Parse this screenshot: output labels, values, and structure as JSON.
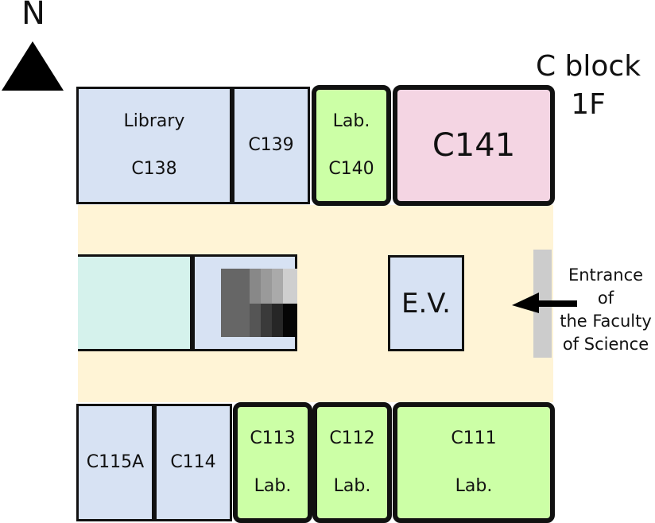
{
  "map": {
    "north_label": "N",
    "block_title_line1": "C block",
    "block_title_line2": "1F",
    "colors": {
      "corridor": "#fff4d6",
      "room_default": "#d7e2f3",
      "room_lab": "#ccffa6",
      "room_c141": "#f4d5e3",
      "teal_area": "#d5f2ec",
      "entrance_bar": "#cccccc"
    },
    "rooms_north": {
      "library": {
        "name": "Library",
        "number": "C138"
      },
      "c139": {
        "number": "C139"
      },
      "c140": {
        "name": "Lab.",
        "number": "C140"
      },
      "c141": {
        "number": "C141"
      }
    },
    "rooms_south": {
      "c115a": {
        "number": "C115A"
      },
      "c114": {
        "number": "C114"
      },
      "c113": {
        "number": "C113",
        "name": "Lab."
      },
      "c112": {
        "number": "C112",
        "name": "Lab."
      },
      "c111": {
        "number": "C111",
        "name": "Lab."
      }
    },
    "elevator": {
      "label": "E.V."
    },
    "entrance": {
      "line1": "Entrance",
      "line2": "of",
      "line3": "the Faculty",
      "line4": "of Science"
    }
  }
}
